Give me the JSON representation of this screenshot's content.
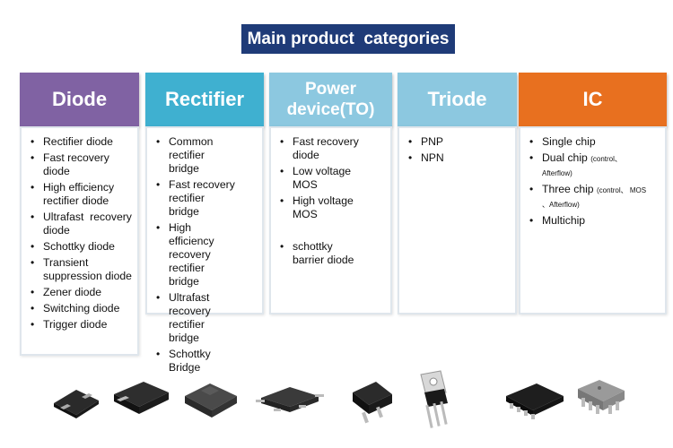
{
  "title": "Main product  categories",
  "colors": {
    "title_bg": "#1f3b78",
    "diode": "#8062a3",
    "rectifier": "#3fb0d0",
    "power": "#8cc8e0",
    "triode": "#8cc8e0",
    "ic": "#e8701f"
  },
  "columns": [
    {
      "name": "Diode",
      "items": [
        "Rectifier diode",
        "Fast recovery diode",
        "High efficiency rectifier diode",
        "Ultrafast  recovery diode",
        "Schottky diode",
        "Transient suppression diode",
        "Zener diode",
        "Switching diode",
        "Trigger diode"
      ]
    },
    {
      "name": "Rectifier",
      "items": [
        "Common rectifier bridge",
        "Fast recovery rectifier bridge",
        "High efficiency recovery rectifier bridge",
        "Ultrafast recovery rectifier bridge",
        "Schottky Bridge"
      ]
    },
    {
      "name_line1": "Power",
      "name_line2": "device(TO)",
      "items": [
        "Fast recovery diode",
        "Low voltage MOS",
        "High voltage MOS",
        "schottky barrier diode"
      ]
    },
    {
      "name": "Triode",
      "items": [
        "PNP",
        "NPN"
      ]
    },
    {
      "name": "IC",
      "items": [
        {
          "main": "Single chip",
          "note": ""
        },
        {
          "main": "Dual chip ",
          "note": "(control、 Afterflow)"
        },
        {
          "main": "Three chip ",
          "note": "(control、 MOS 、Afterflow)"
        },
        {
          "main": "Multichip",
          "note": ""
        }
      ]
    }
  ],
  "product_icons": [
    "smd-diode-icon",
    "smd-diode-large-icon",
    "smd-bridge-icon",
    "smd-bridge-4pin-icon",
    "to252-icon",
    "to220-icon",
    "sop8-black-icon",
    "sop8-grey-icon"
  ]
}
